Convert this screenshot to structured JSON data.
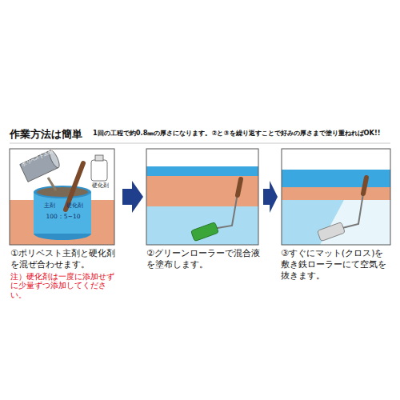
{
  "diagram": {
    "title": "作業方法は簡単",
    "caption": "1回の工程で約0.8㎜の厚さになります。②と③を繰り返すことで好みの厚さまで塗り重ねればOK!!",
    "nodes": [
      {
        "text": [
          "①ポリベスト主剤と硬化剤を混ぜ合わせます。",
          "注）硬化剤は一度に添加せずに少量ずつ添加してください。"
        ]
      },
      {
        "text": [
          "②グリーンローラーで混合液を塗布します。"
        ]
      },
      {
        "text": [
          "③すぐにマット(クロス)を敷き鉄ローラーにて空気を抜きます。"
        ]
      }
    ],
    "edges": [
      {
        "from": 0,
        "to": 1,
        "arrow": "to"
      },
      {
        "from": 1,
        "to": 2,
        "arrow": "to"
      }
    ],
    "labels": [
      "ポリベスト主剤",
      "硬化剤",
      "主剤",
      "硬化剤",
      "100：5~10"
    ]
  }
}
